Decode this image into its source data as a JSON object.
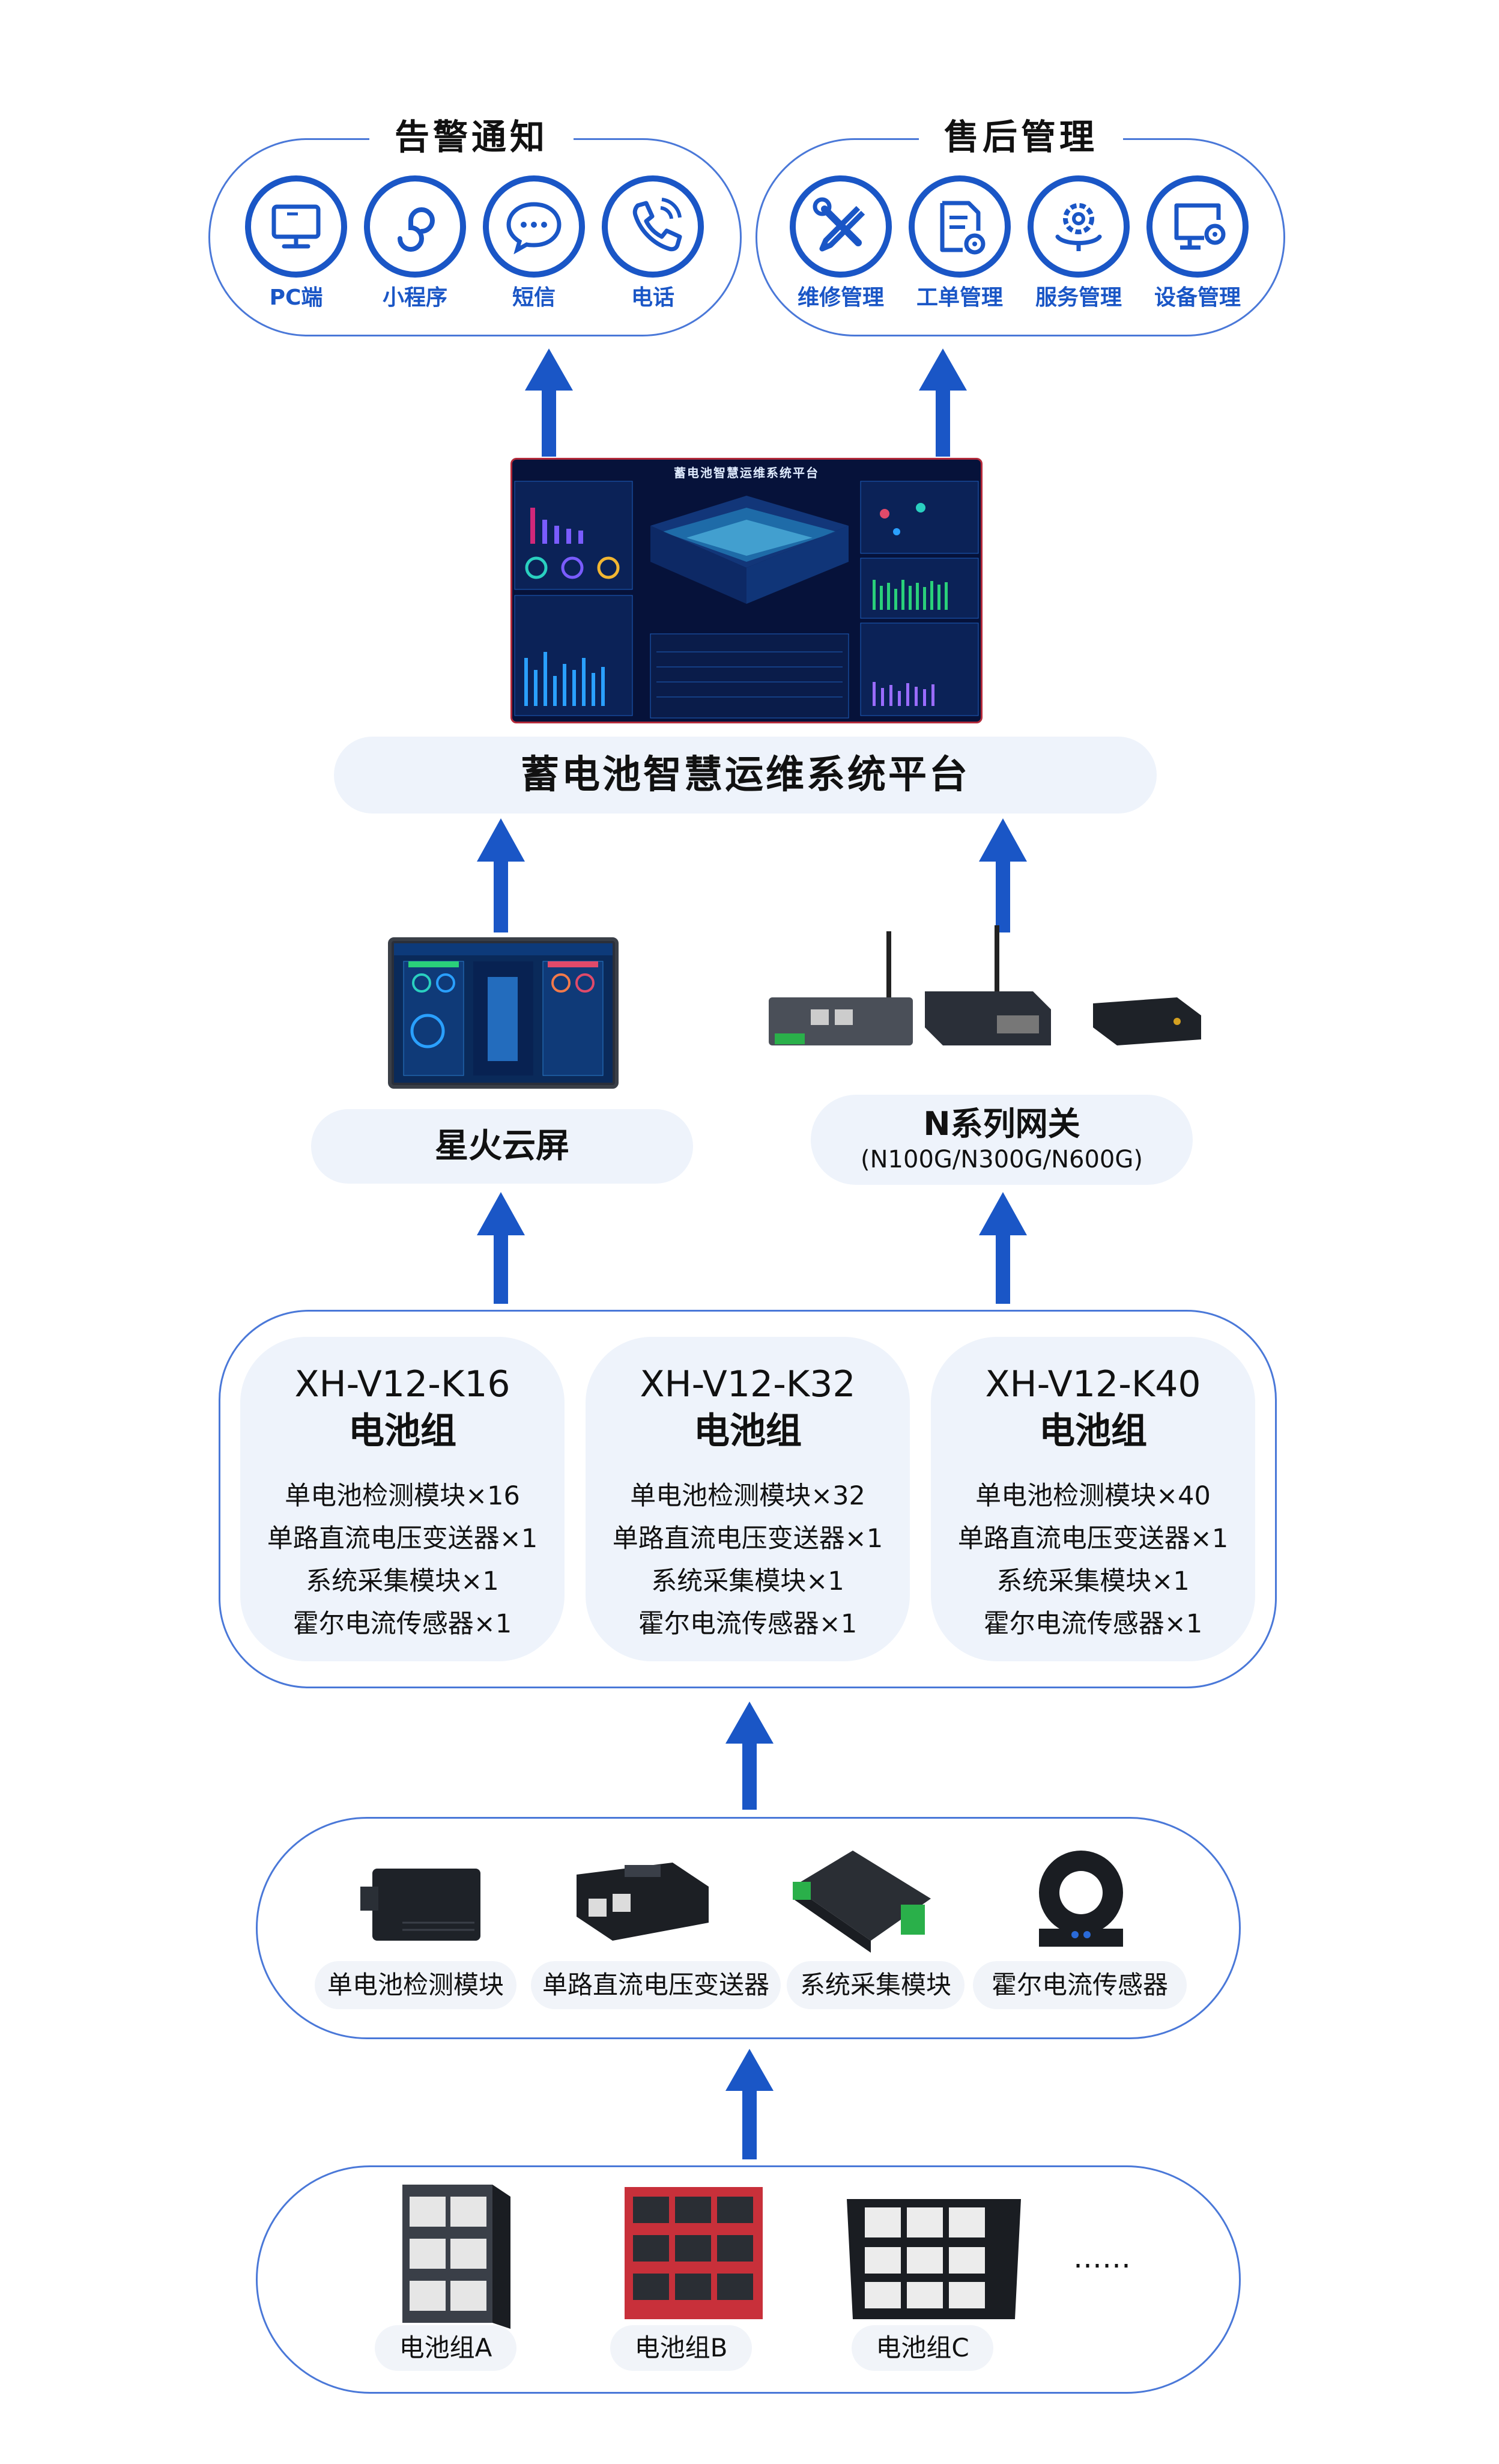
{
  "alarm": {
    "title": "告警通知",
    "items": [
      {
        "icon": "monitor-icon",
        "label": "PC端"
      },
      {
        "icon": "mini-program-icon",
        "label": "小程序"
      },
      {
        "icon": "chat-bubble-icon",
        "label": "短信"
      },
      {
        "icon": "phone-icon",
        "label": "电话"
      }
    ]
  },
  "aftersales": {
    "title": "售后管理",
    "items": [
      {
        "icon": "wrench-screwdriver-icon",
        "label": "维修管理"
      },
      {
        "icon": "document-gear-icon",
        "label": "工单管理"
      },
      {
        "icon": "service-gear-icon",
        "label": "服务管理"
      },
      {
        "icon": "computer-gear-icon",
        "label": "设备管理"
      }
    ]
  },
  "platform": {
    "label": "蓄电池智慧运维系统平台",
    "screen_title": "蓄电池智慧运维系统平台"
  },
  "cloud_screen": {
    "label": "星火云屏"
  },
  "gateway": {
    "label": "N系列网关",
    "sublabel": "(N100G/N300G/N600G)"
  },
  "battery_groups": [
    {
      "model": "XH-V12-K16",
      "name": "电池组",
      "items": [
        "单电池检测模块×16",
        "单路直流电压变送器×1",
        "系统采集模块×1",
        "霍尔电流传感器×1"
      ]
    },
    {
      "model": "XH-V12-K32",
      "name": "电池组",
      "items": [
        "单电池检测模块×32",
        "单路直流电压变送器×1",
        "系统采集模块×1",
        "霍尔电流传感器×1"
      ]
    },
    {
      "model": "XH-V12-K40",
      "name": "电池组",
      "items": [
        "单电池检测模块×40",
        "单路直流电压变送器×1",
        "系统采集模块×1",
        "霍尔电流传感器×1"
      ]
    }
  ],
  "devices": [
    "单电池检测模块",
    "单路直流电压变送器",
    "系统采集模块",
    "霍尔电流传感器"
  ],
  "batteries": [
    "电池组A",
    "电池组B",
    "电池组C"
  ],
  "more": "……",
  "colors": {
    "accent": "#1a56c6",
    "border": "#4a78d8",
    "pill_bg": "#eef3fb"
  }
}
